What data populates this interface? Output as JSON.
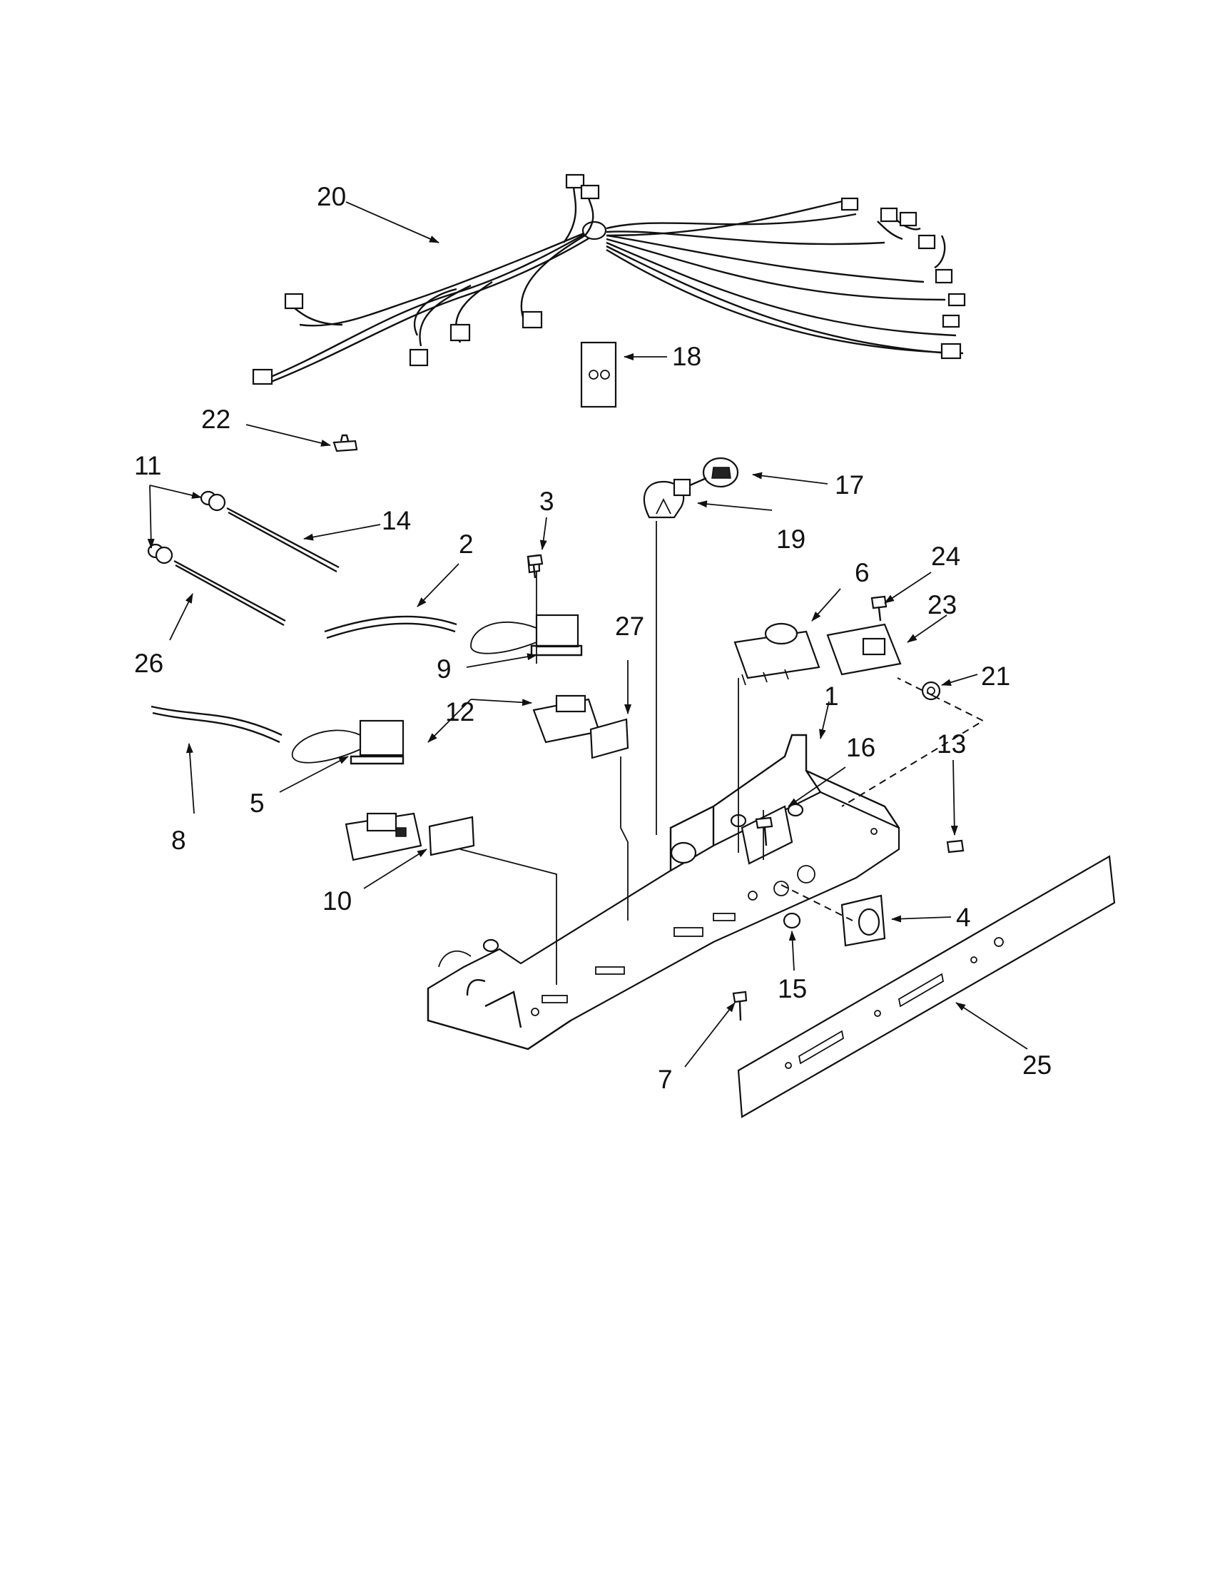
{
  "callouts": [
    {
      "id": "1",
      "text": "1"
    },
    {
      "id": "2",
      "text": "2"
    },
    {
      "id": "3",
      "text": "3"
    },
    {
      "id": "4",
      "text": "4"
    },
    {
      "id": "5",
      "text": "5"
    },
    {
      "id": "6",
      "text": "6"
    },
    {
      "id": "7",
      "text": "7"
    },
    {
      "id": "8",
      "text": "8"
    },
    {
      "id": "9",
      "text": "9"
    },
    {
      "id": "10",
      "text": "10"
    },
    {
      "id": "11",
      "text": "11"
    },
    {
      "id": "12",
      "text": "12"
    },
    {
      "id": "13",
      "text": "13"
    },
    {
      "id": "14",
      "text": "14"
    },
    {
      "id": "15",
      "text": "15"
    },
    {
      "id": "16",
      "text": "16"
    },
    {
      "id": "17",
      "text": "17"
    },
    {
      "id": "18",
      "text": "18"
    },
    {
      "id": "19",
      "text": "19"
    },
    {
      "id": "20",
      "text": "20"
    },
    {
      "id": "21",
      "text": "21"
    },
    {
      "id": "22",
      "text": "22"
    },
    {
      "id": "23",
      "text": "23"
    },
    {
      "id": "24",
      "text": "24"
    },
    {
      "id": "25",
      "text": "25"
    },
    {
      "id": "26",
      "text": "26"
    },
    {
      "id": "27",
      "text": "27"
    }
  ]
}
